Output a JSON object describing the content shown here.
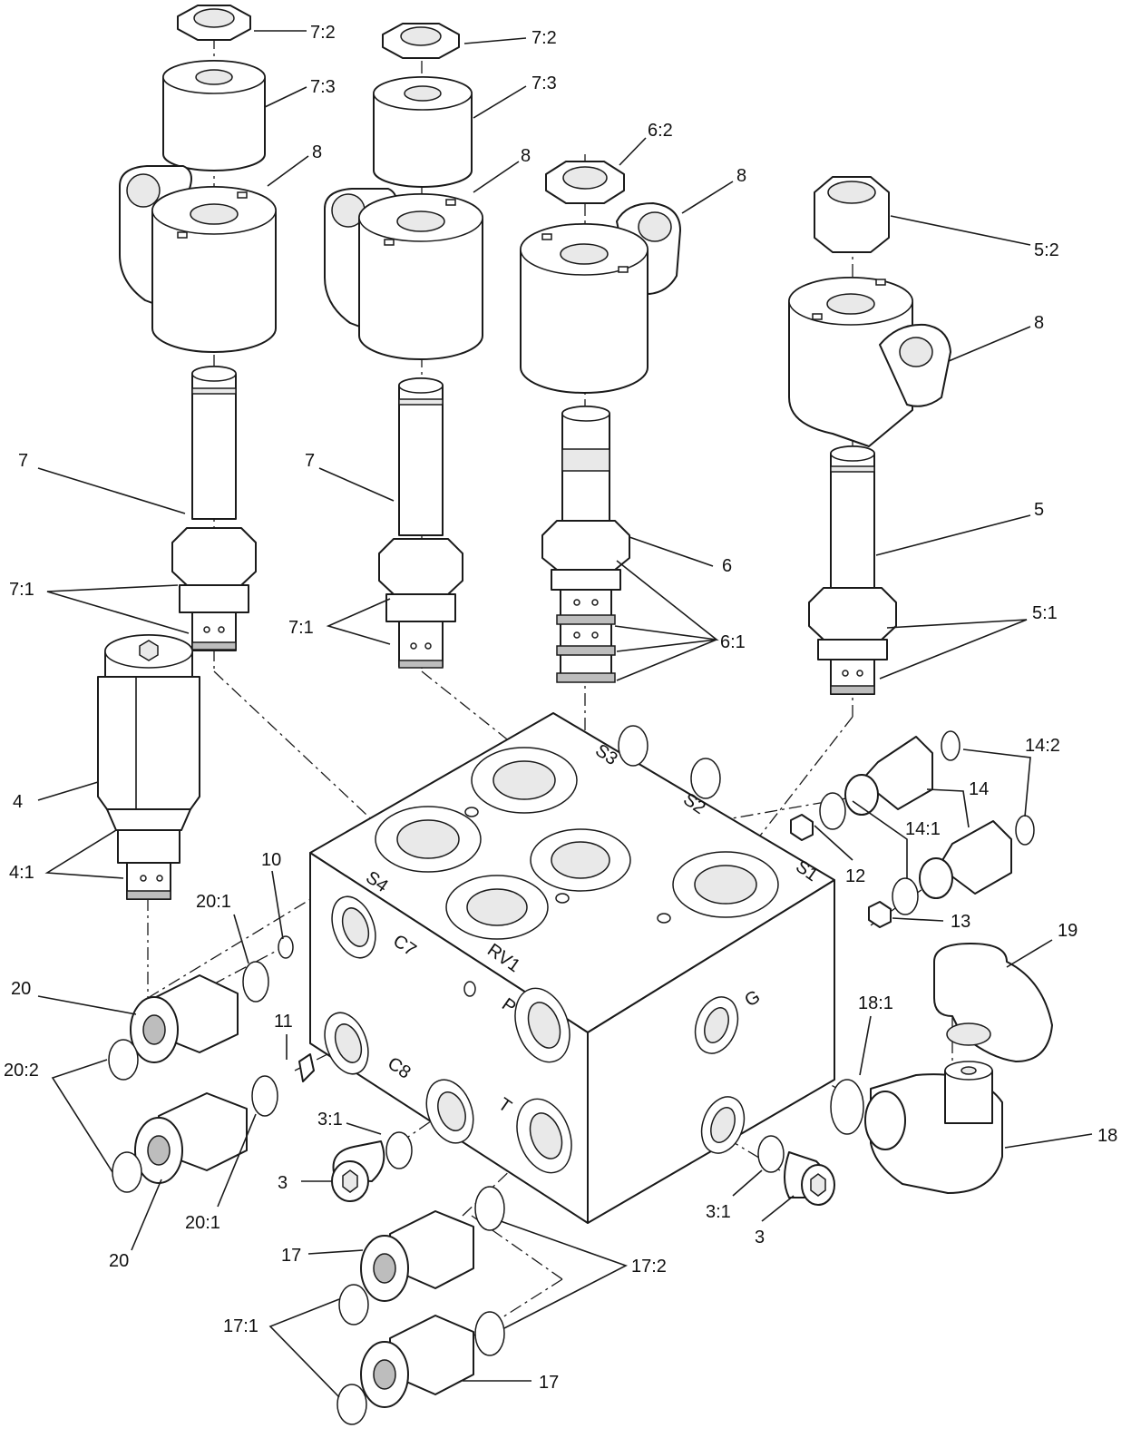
{
  "callouts": [
    {
      "id": "c-7-2-a",
      "text": "7:2"
    },
    {
      "id": "c-7-3-a",
      "text": "7:3"
    },
    {
      "id": "c-8-a",
      "text": "8"
    },
    {
      "id": "c-7-2-b",
      "text": "7:2"
    },
    {
      "id": "c-7-3-b",
      "text": "7:3"
    },
    {
      "id": "c-8-b",
      "text": "8"
    },
    {
      "id": "c-6-2",
      "text": "6:2"
    },
    {
      "id": "c-8-c",
      "text": "8"
    },
    {
      "id": "c-5-2",
      "text": "5:2"
    },
    {
      "id": "c-8-d",
      "text": "8"
    },
    {
      "id": "c-7-a",
      "text": "7"
    },
    {
      "id": "c-7-b",
      "text": "7"
    },
    {
      "id": "c-5",
      "text": "5"
    },
    {
      "id": "c-6",
      "text": "6"
    },
    {
      "id": "c-7-1-a",
      "text": "7:1"
    },
    {
      "id": "c-7-1-b",
      "text": "7:1"
    },
    {
      "id": "c-6-1",
      "text": "6:1"
    },
    {
      "id": "c-5-1",
      "text": "5:1"
    },
    {
      "id": "c-4",
      "text": "4"
    },
    {
      "id": "c-4-1",
      "text": "4:1"
    },
    {
      "id": "c-14-2",
      "text": "14:2"
    },
    {
      "id": "c-14",
      "text": "14"
    },
    {
      "id": "c-14-1",
      "text": "14:1"
    },
    {
      "id": "c-12",
      "text": "12"
    },
    {
      "id": "c-10",
      "text": "10"
    },
    {
      "id": "c-20-1-a",
      "text": "20:1"
    },
    {
      "id": "c-13",
      "text": "13"
    },
    {
      "id": "c-19",
      "text": "19"
    },
    {
      "id": "c-20-a",
      "text": "20"
    },
    {
      "id": "c-18-1",
      "text": "18:1"
    },
    {
      "id": "c-20-2",
      "text": "20:2"
    },
    {
      "id": "c-11",
      "text": "11"
    },
    {
      "id": "c-3-1-a",
      "text": "3:1"
    },
    {
      "id": "c-3-a",
      "text": "3"
    },
    {
      "id": "c-18",
      "text": "18"
    },
    {
      "id": "c-20-1-b",
      "text": "20:1"
    },
    {
      "id": "c-20-b",
      "text": "20"
    },
    {
      "id": "c-3-1-b",
      "text": "3:1"
    },
    {
      "id": "c-3-b",
      "text": "3"
    },
    {
      "id": "c-17-a",
      "text": "17"
    },
    {
      "id": "c-17-2",
      "text": "17:2"
    },
    {
      "id": "c-17-1",
      "text": "17:1"
    },
    {
      "id": "c-17-b",
      "text": "17"
    }
  ],
  "ports": {
    "s3": "S3",
    "s2": "S2",
    "s1": "S1",
    "s4": "S4",
    "rv1": "RV1",
    "c7": "C7",
    "c8": "C8",
    "p": "P",
    "t": "T",
    "g": "G"
  }
}
